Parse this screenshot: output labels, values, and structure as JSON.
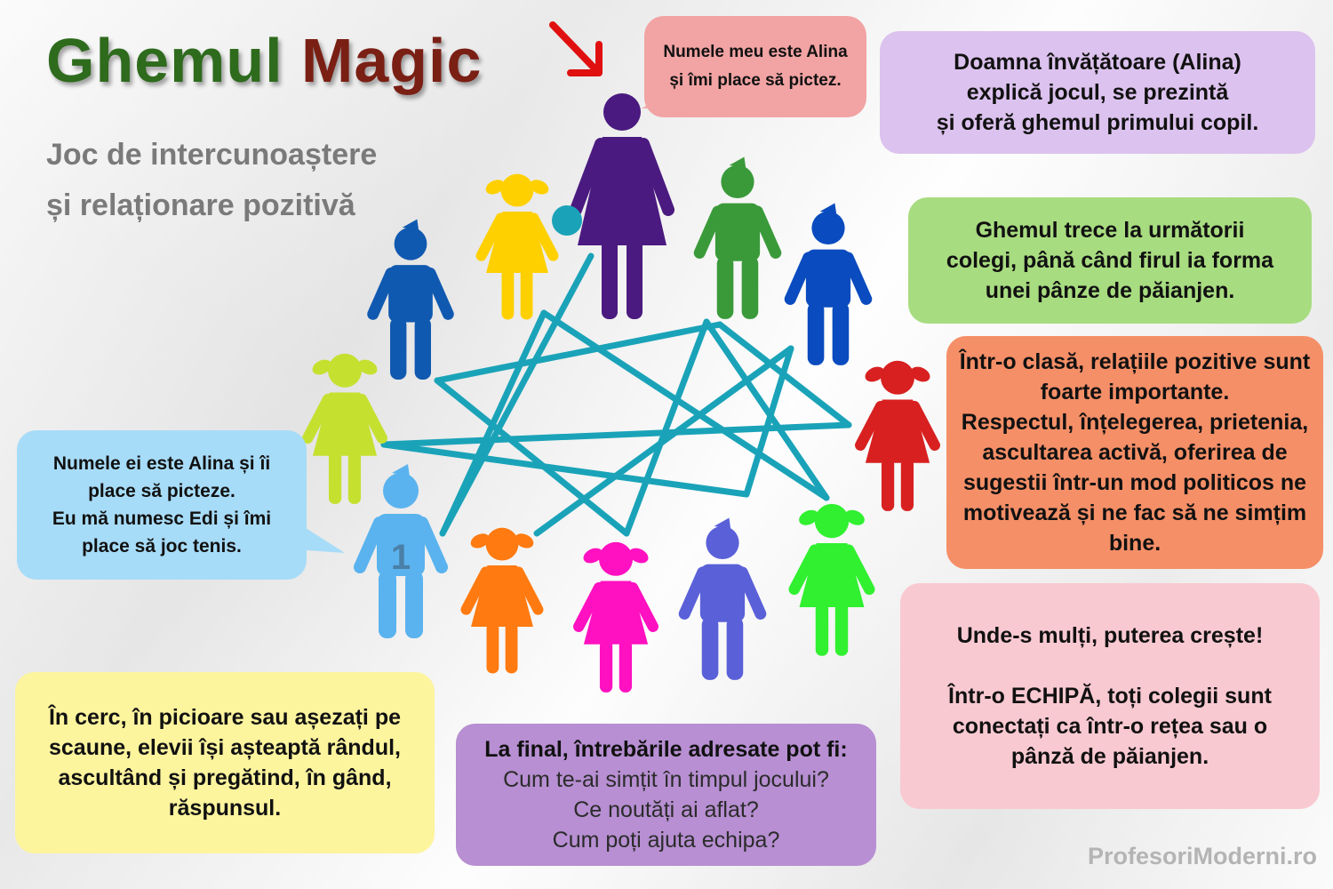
{
  "title": {
    "word1": "Ghemul",
    "word2": "Magic",
    "color1": "#2e6b1d",
    "color2": "#7a1f14"
  },
  "subtitle": {
    "line1": "Joc de intercunoaștere",
    "line2": "și relaționare pozitivă"
  },
  "speech_alina": {
    "line1": "Numele meu este Alina",
    "line2": "și îmi place să pictez."
  },
  "teacher_box": {
    "line1": "Doamna învățătoare (Alina)",
    "line2": "explică jocul, se prezintă",
    "line3": "și oferă ghemul primului copil."
  },
  "pass_box": {
    "line1": "Ghemul trece la următorii",
    "line2": "colegi, până când firul ia forma",
    "line3": "unei pânze de păianjen."
  },
  "class_box": {
    "line1": "Într-o clasă, relațiile pozitive sunt",
    "line2": "foarte importante.",
    "line3": "Respectul, înțelegerea, prietenia,",
    "line4": "ascultarea activă, oferirea de",
    "line5": "sugestii într-un mod politicos ne",
    "line6": "motivează și ne fac să ne simțim",
    "line7": "bine."
  },
  "edi_bubble": {
    "line1": "Numele ei este Alina și îi",
    "line2": "place să picteze.",
    "line3": "Eu mă numesc Edi și îmi",
    "line4": "place să joc tenis."
  },
  "team_box": {
    "line1": "Unde-s mulți, puterea crește!",
    "line2": "Într-o ECHIPĂ, toți colegii sunt",
    "line3": "conectați ca într-o rețea sau o",
    "line4": "pânză de păianjen."
  },
  "circle_box": {
    "line1": "În cerc, în picioare sau așezați pe",
    "line2": "scaune, elevii își așteaptă rândul,",
    "line3": "ascultând și pregătind, în gând,",
    "line4": "răspunsul."
  },
  "final_box": {
    "line1": "La final, întrebările adresate pot fi:",
    "q1": "Cum te-ai simțit în timpul jocului?",
    "q2": "Ce noutăți ai aflat?",
    "q3": "Cum poți ajuta echipa?"
  },
  "child_number": "1",
  "watermark": "ProfesoriModerni.ro",
  "colors": {
    "yarn": "#1aa3b8",
    "arrow": "#e01010",
    "teacher": "#4a1a80",
    "boy_green": "#3a9a3a",
    "girl_yellow": "#ffd000",
    "boy_blue_left": "#1059b0",
    "boy_blue_right": "#0a4bbf",
    "girl_lime": "#c6e030",
    "girl_red": "#d82020",
    "boy_lightblue": "#5ab3ee",
    "girl_orange": "#ff7a10",
    "girl_magenta": "#ff10c0",
    "boy_indigo": "#5a60d8",
    "girl_green": "#30f030"
  }
}
